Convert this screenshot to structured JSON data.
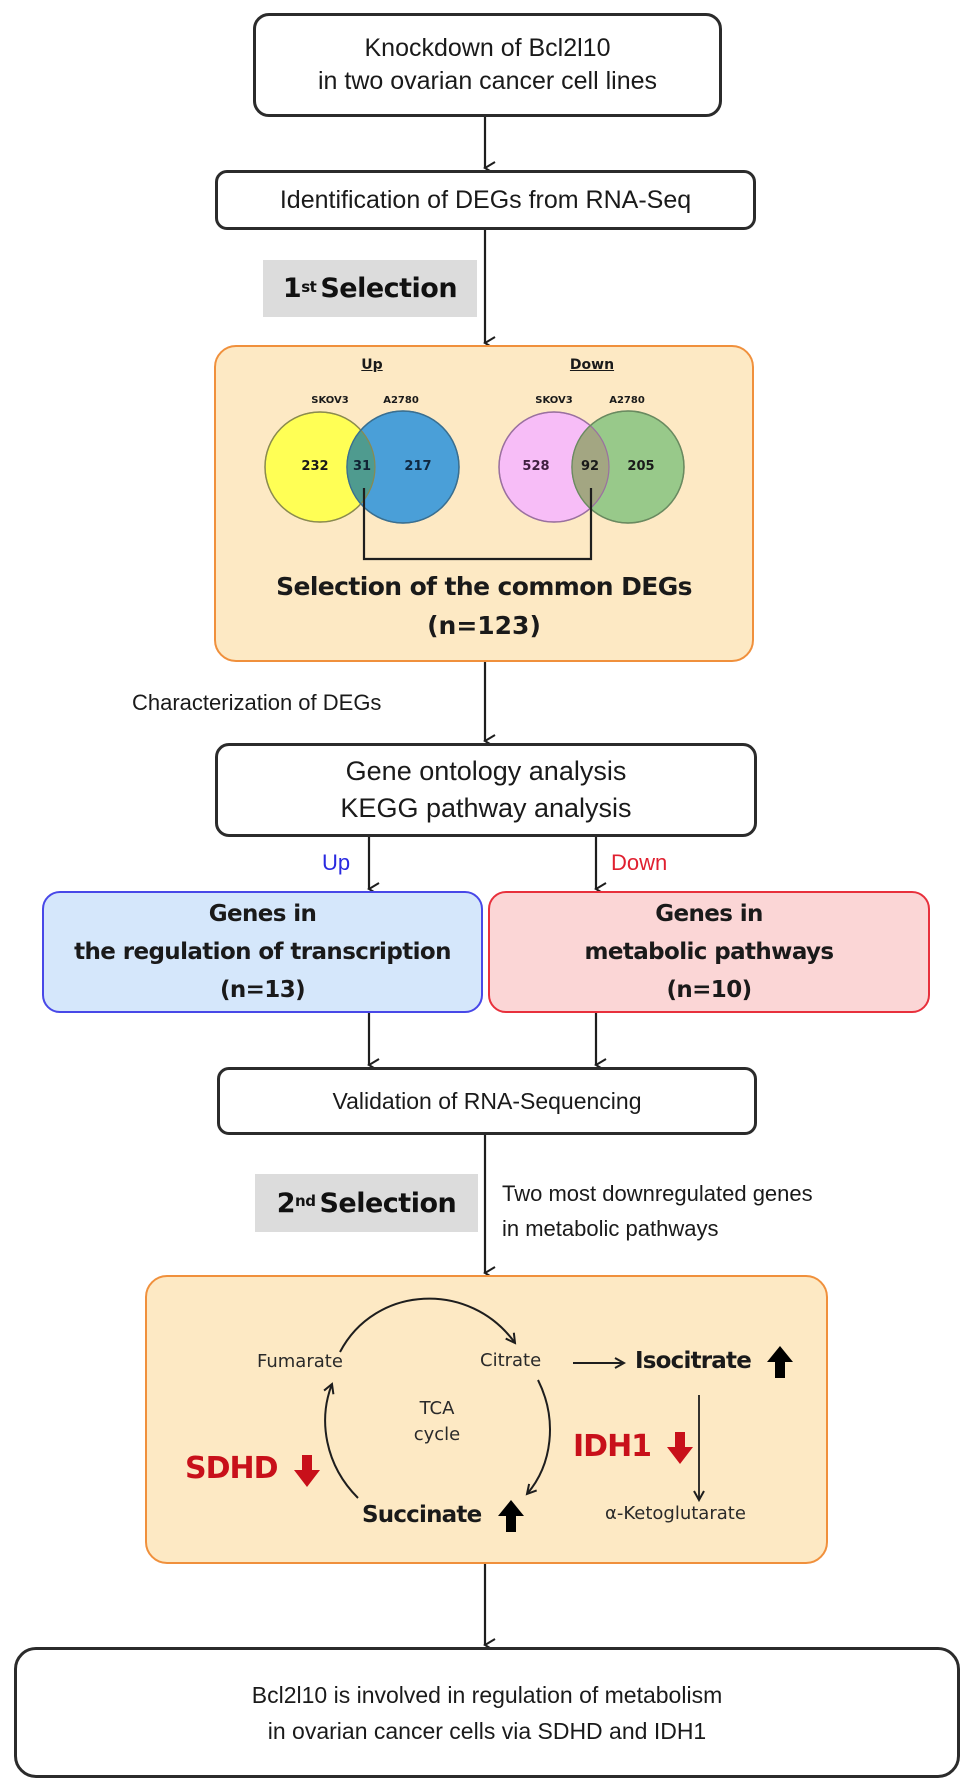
{
  "steps": {
    "knockdown": {
      "line1": "Knockdown of Bcl2l10",
      "line2": "in two ovarian cancer cell lines"
    },
    "identification": "Identification of DEGs from RNA-Seq",
    "first_selection": {
      "num": "1",
      "sup": "st",
      "label": "Selection"
    },
    "venn": {
      "up": {
        "title": "Up",
        "left_label": "SKOV3",
        "right_label": "A2780",
        "left_only": "232",
        "overlap": "31",
        "right_only": "217",
        "left_color": "#ffff55",
        "right_color": "#4a9fd8",
        "overlap_color": "#4f9b8f"
      },
      "down": {
        "title": "Down",
        "left_label": "SKOV3",
        "right_label": "A2780",
        "left_only": "528",
        "overlap": "92",
        "right_only": "205",
        "left_color": "#f7bdf7",
        "right_color": "#98c98a",
        "overlap_color": "#a3a682"
      },
      "common_title": "Selection of the common DEGs",
      "common_count": "(n=123)"
    },
    "characterization": "Characterization of DEGs",
    "analysis": {
      "line1": "Gene ontology analysis",
      "line2": "KEGG pathway analysis"
    },
    "branch_up_label": "Up",
    "branch_down_label": "Down",
    "up_box": {
      "line1": "Genes in",
      "line2": "the regulation of transcription",
      "line3": "(n=13)"
    },
    "down_box": {
      "line1": "Genes in",
      "line2": "metabolic pathways",
      "line3": "(n=10)"
    },
    "validation": "Validation of RNA-Sequencing",
    "second_selection": {
      "num": "2",
      "sup": "nd",
      "label": "Selection"
    },
    "second_note": {
      "line1": "Two most downregulated genes",
      "line2": "in metabolic pathways"
    },
    "tca": {
      "fumarate": "Fumarate",
      "citrate": "Citrate",
      "isocitrate": "Isocitrate",
      "center_line1": "TCA",
      "center_line2": "cycle",
      "sdhd": "SDHD",
      "idh1": "IDH1",
      "succinate": "Succinate",
      "ketoglutarate": "α-Ketoglutarate"
    },
    "conclusion": {
      "line1": "Bcl2l10 is involved in regulation of metabolism",
      "line2": "in ovarian cancer cells via SDHD and IDH1"
    },
    "colors": {
      "up_text": "#2a2ae0",
      "down_text": "#e02030",
      "up_box_border": "#4848e8",
      "up_box_fill": "#d5e7fb",
      "down_box_border": "#e8303c",
      "down_box_fill": "#fbd6d6",
      "orange_border": "#f0903c",
      "orange_fill": "#fde9c4",
      "gene_red": "#c8101a"
    }
  }
}
